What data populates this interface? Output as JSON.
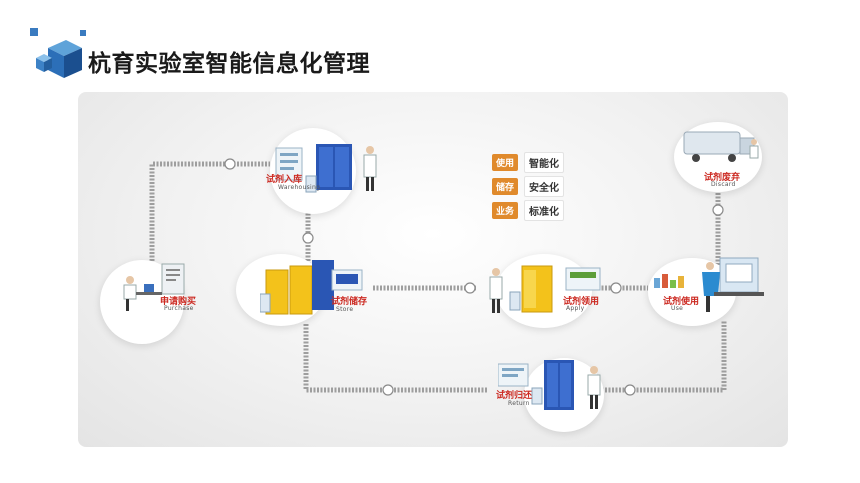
{
  "header": {
    "title": "杭育实验室智能信息化管理"
  },
  "tags": [
    {
      "key": "使用",
      "value": "智能化"
    },
    {
      "key": "储存",
      "value": "安全化"
    },
    {
      "key": "业务",
      "value": "标准化"
    }
  ],
  "nodes": {
    "warehousing": {
      "cn": "试剂入库",
      "en": "Warehousing"
    },
    "purchase": {
      "cn": "申请购买",
      "en": "Purchase"
    },
    "store": {
      "cn": "试剂储存",
      "en": "Store"
    },
    "apply": {
      "cn": "试剂领用",
      "en": "Apply"
    },
    "use": {
      "cn": "试剂使用",
      "en": "Use"
    },
    "discard": {
      "cn": "试剂废弃",
      "en": "Discard"
    },
    "return": {
      "cn": "试剂归还",
      "en": "Return"
    }
  },
  "colors": {
    "accent_red": "#cc2a22",
    "tag_orange": "#e08a2c",
    "cabinet_blue": "#2a56b4",
    "cabinet_yellow": "#f3c21b"
  }
}
